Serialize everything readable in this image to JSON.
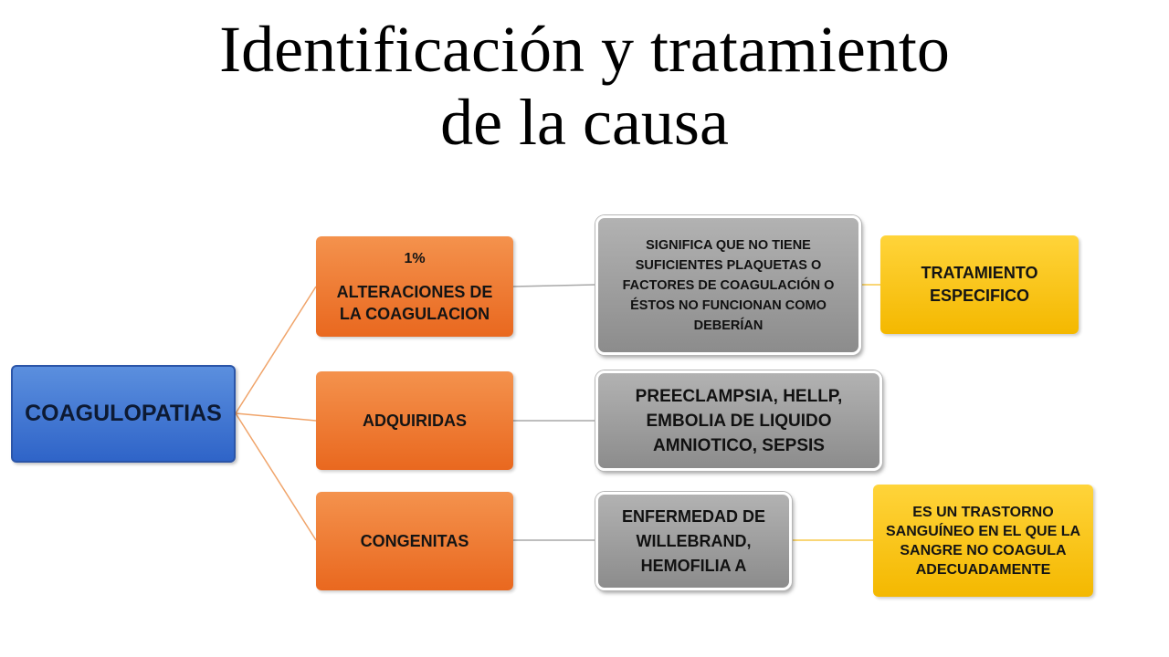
{
  "title": {
    "line1": "Identificación y tratamiento",
    "line2": "de la causa"
  },
  "diagram": {
    "root": {
      "label": "COAGULOPATIAS",
      "color": "#3a6fd0"
    },
    "branches": [
      {
        "percent": "1%",
        "label": "ALTERACIONES DE LA COAGULACION",
        "description": "SIGNIFICA QUE NO TIENE SUFICIENTES PLAQUETAS O FACTORES DE COAGULACIÓN O ÉSTOS NO FUNCIONAN COMO DEBERÍAN",
        "treatment": "TRATAMIENTO ESPECIFICO"
      },
      {
        "label": "ADQUIRIDAS",
        "description": "PREECLAMPSIA, HELLP, EMBOLIA DE LIQUIDO AMNIOTICO, SEPSIS"
      },
      {
        "label": "CONGENITAS",
        "description": "ENFERMEDAD DE WILLEBRAND, HEMOFILIA A",
        "detail": "ES UN TRASTORNO SANGUÍNEO EN EL QUE LA SANGRE NO COAGULA ADECUADAMENTE"
      }
    ],
    "colors": {
      "orange": "#ee7a2e",
      "gray": "#9e9e9e",
      "yellow": "#fbc41a",
      "connector_orange": "#f0a46a",
      "connector_gray": "#a8a8a8",
      "connector_yellow": "#f7c948"
    }
  }
}
